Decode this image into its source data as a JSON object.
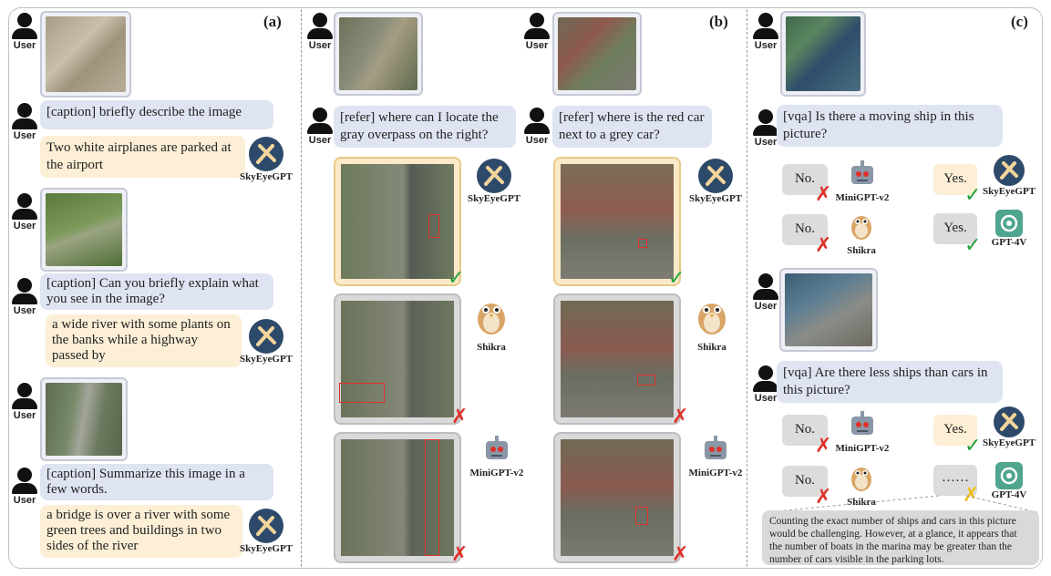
{
  "panels": {
    "a": "(a)",
    "b": "(b)",
    "c": "(c)"
  },
  "user_label": "User",
  "models": {
    "skyeye": "SkyEyeGPT",
    "shikra": "Shikra",
    "minigpt": "MiniGPT-v2",
    "gpt4v": "GPT-4V"
  },
  "panel_a": {
    "q1": "[caption] briefly describe the image",
    "a1": "Two white airplanes are parked at the airport",
    "q2": "[caption] Can you briefly explain what you see in the image?",
    "a2": "a wide river with some plants on the banks while a highway passed by",
    "q3": "[caption] Summarize this image in a few words.",
    "a3": "a bridge is over a river with some green trees and buildings in two sides of the river"
  },
  "panel_b": {
    "q_left": "[refer] where can I locate the gray overpass on the right?",
    "q_right": "[refer] where is the red car next to a grey car?"
  },
  "panel_c": {
    "q1": "[vqa] Is there a moving ship in this picture?",
    "q2": "[vqa] Are there less ships than cars in this picture?",
    "no": "No.",
    "yes": "Yes.",
    "dots": "……",
    "gpt4_note": "Counting the exact number of ships and cars in this picture would be challenging. However, at a glance, it appears that the number of boats in the marina may be greater than the number of cars visible in the parking lots."
  },
  "icons": [
    "user-icon",
    "skyeyegpt-logo-icon",
    "shikra-owl-icon",
    "minigpt-robot-icon",
    "gpt4v-logo-icon",
    "check-icon",
    "cross-icon"
  ],
  "colors": {
    "question_bubble": "#dfe4f2",
    "answer_bubble": "#fcefd6",
    "correct": "#22a03a",
    "wrong": "#e0302a",
    "uncertain": "#f2c020",
    "bbox": "#e0302a"
  }
}
